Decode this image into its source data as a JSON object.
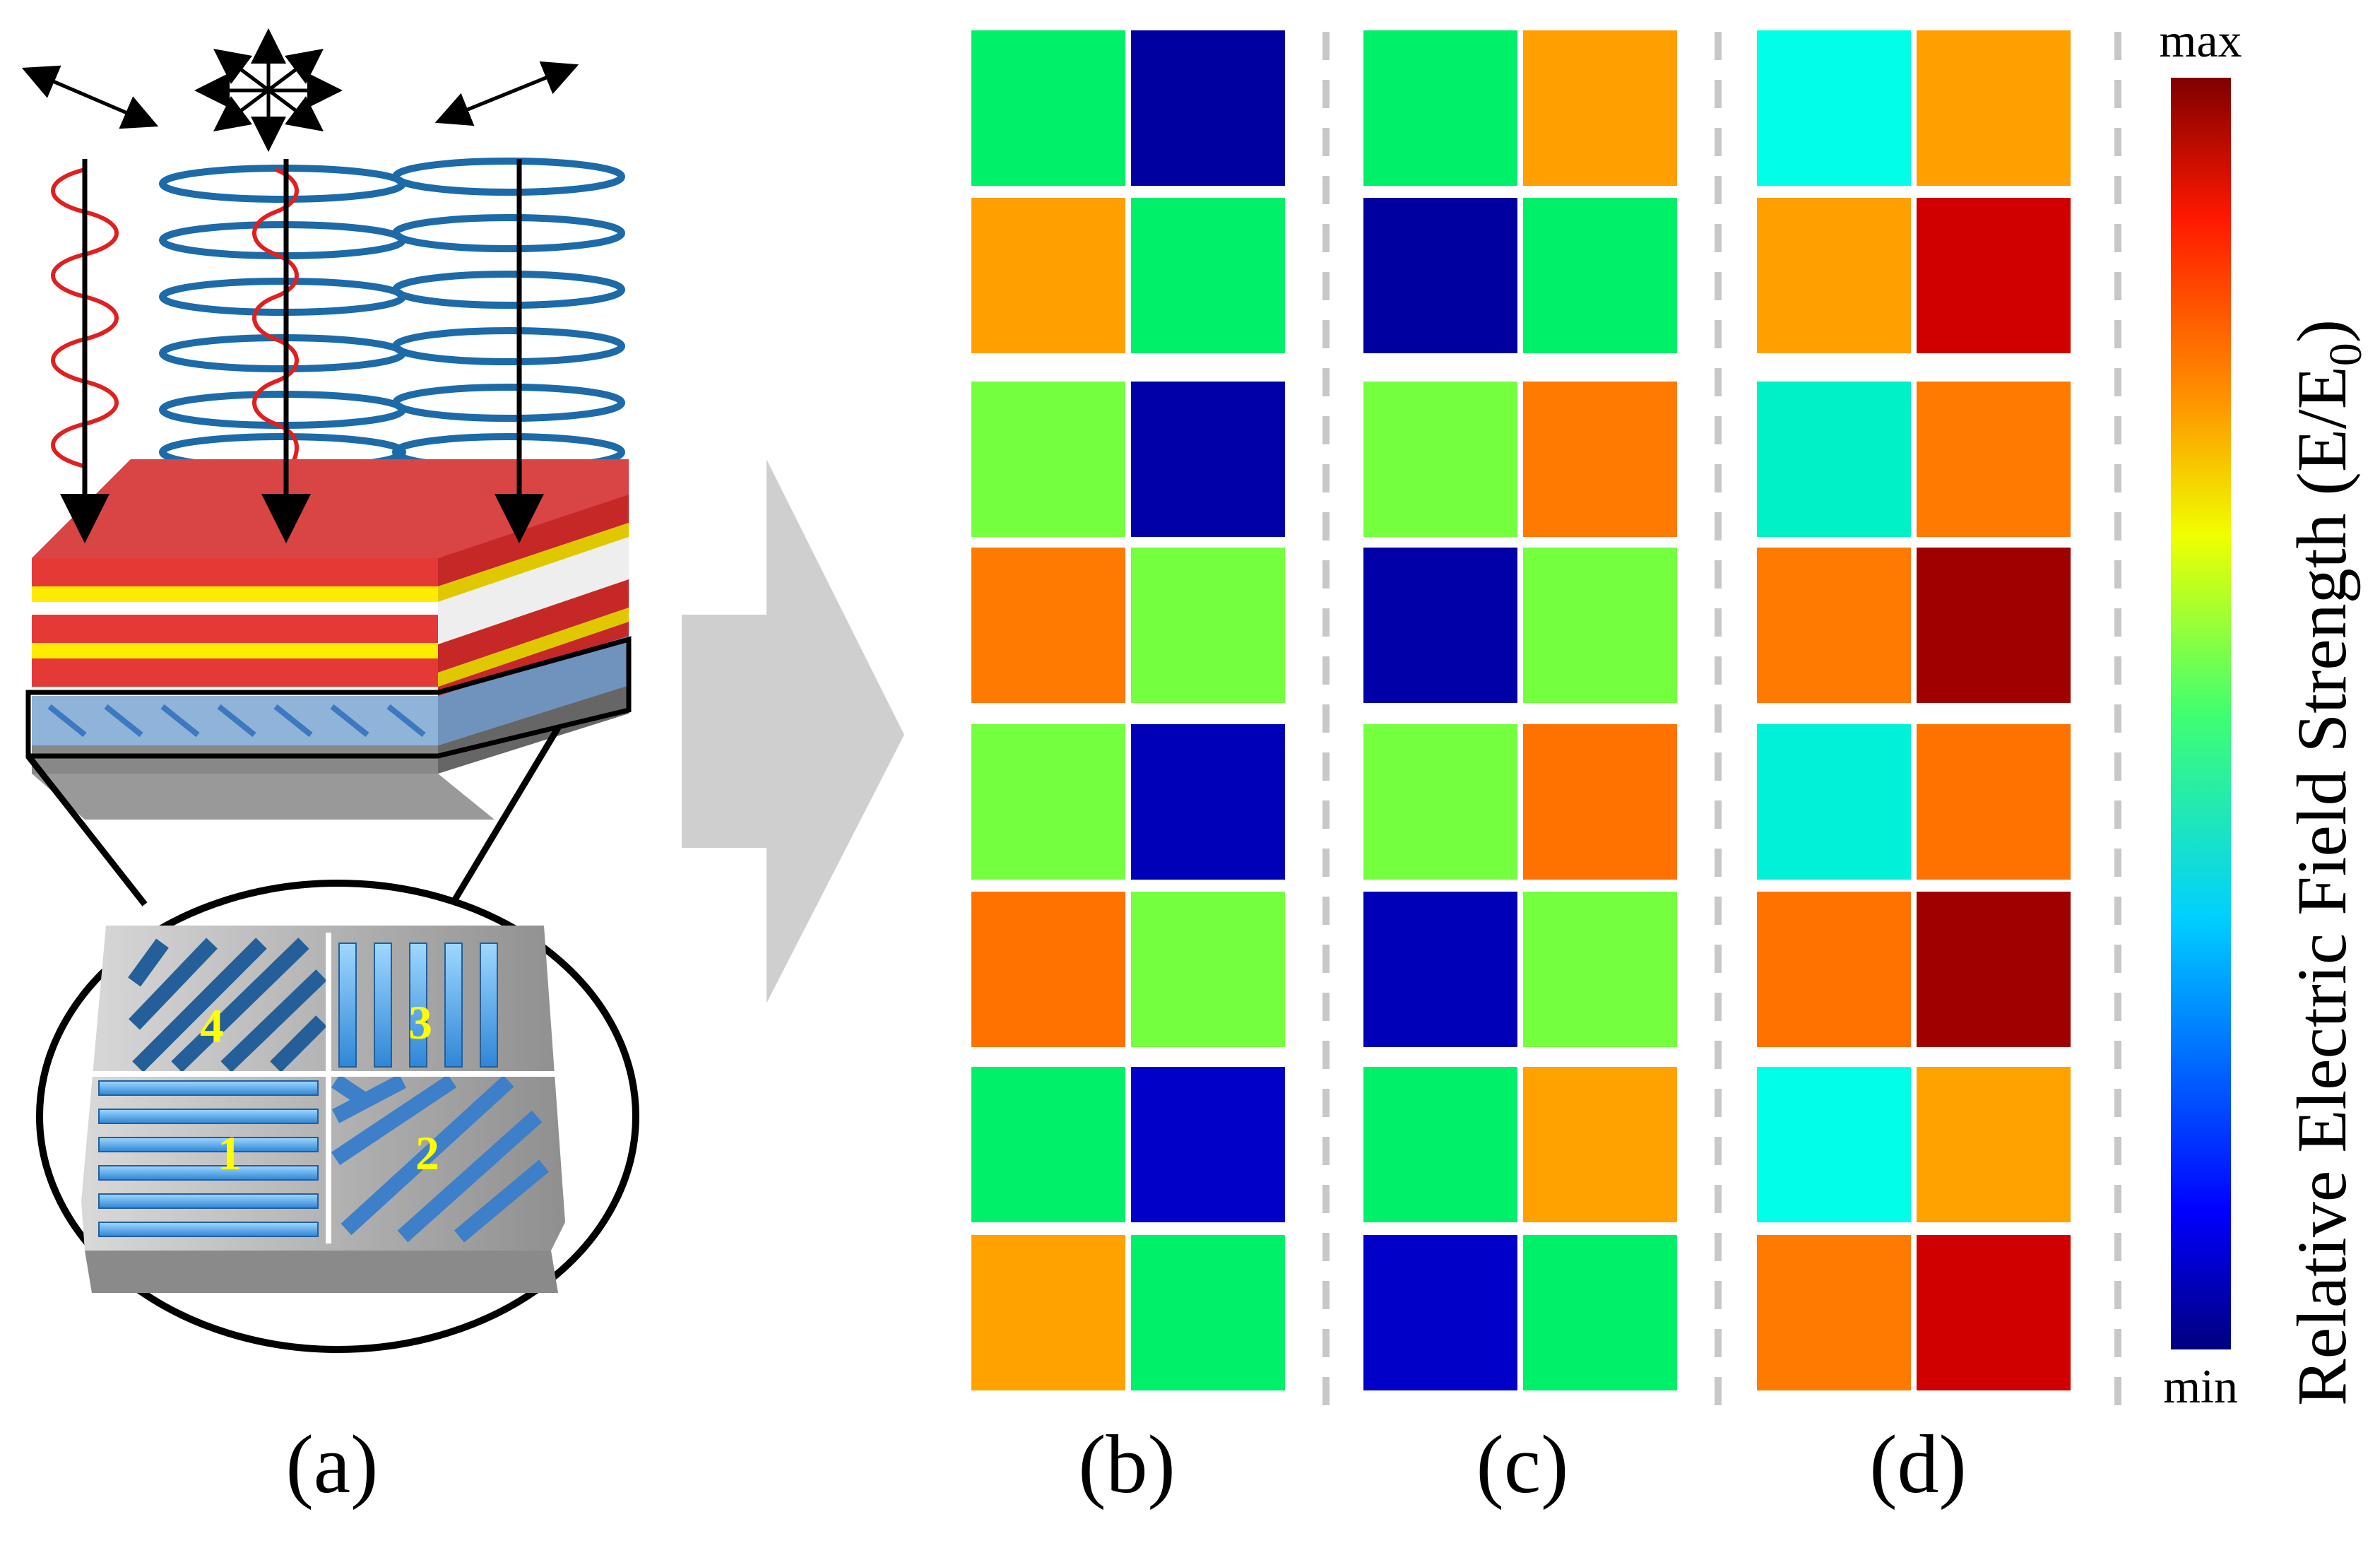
{
  "panel_labels": {
    "a": "(a)",
    "b": "(b)",
    "c": "(c)",
    "d": "(d)"
  },
  "schematic": {
    "quadrant_labels": [
      "4",
      "3",
      "1",
      "2"
    ],
    "layer_colors": [
      "#e53935",
      "#ffeb00",
      "#ffffff",
      "#e53935",
      "#ffeb00"
    ],
    "light_colors": {
      "linear": "#e02020",
      "circular": "#1c6aa8"
    }
  },
  "colorbar": {
    "max_label": "max",
    "min_label": "min",
    "title": "Relative Electric Field Strength (E/E",
    "title_subscript": "0",
    "title_suffix": ")",
    "colormap": "jet"
  },
  "heatmaps": [
    {
      "panel": "b",
      "cells": [
        [
          "#00f06a",
          "#0000a0"
        ],
        [
          "#ff9f00",
          "#00f06a"
        ],
        [
          "#74ff3f",
          "#0000a8"
        ],
        [
          "#ff7a00",
          "#74ff3f"
        ],
        [
          "#74ff3f",
          "#0000b8"
        ],
        [
          "#ff7200",
          "#74ff3f"
        ],
        [
          "#00f06a",
          "#0000c8"
        ],
        [
          "#ffa200",
          "#00f06a"
        ]
      ]
    },
    {
      "panel": "c",
      "cells": [
        [
          "#00f06a",
          "#ff9f00"
        ],
        [
          "#0000a0",
          "#00f06a"
        ],
        [
          "#74ff3f",
          "#ff7a00"
        ],
        [
          "#0000a8",
          "#74ff3f"
        ],
        [
          "#74ff3f",
          "#ff7200"
        ],
        [
          "#0000b8",
          "#74ff3f"
        ],
        [
          "#00f06a",
          "#ffa200"
        ],
        [
          "#0000c8",
          "#00f06a"
        ]
      ]
    },
    {
      "panel": "d",
      "cells": [
        [
          "#00ffe6",
          "#ff9f00"
        ],
        [
          "#ff9f00",
          "#d00000"
        ],
        [
          "#00f0c8",
          "#ff7a00"
        ],
        [
          "#ff7a00",
          "#a00000"
        ],
        [
          "#00f0d8",
          "#ff7200"
        ],
        [
          "#ff7200",
          "#a00000"
        ],
        [
          "#00ffe6",
          "#ffa200"
        ],
        [
          "#ff7a00",
          "#d00000"
        ]
      ]
    }
  ]
}
